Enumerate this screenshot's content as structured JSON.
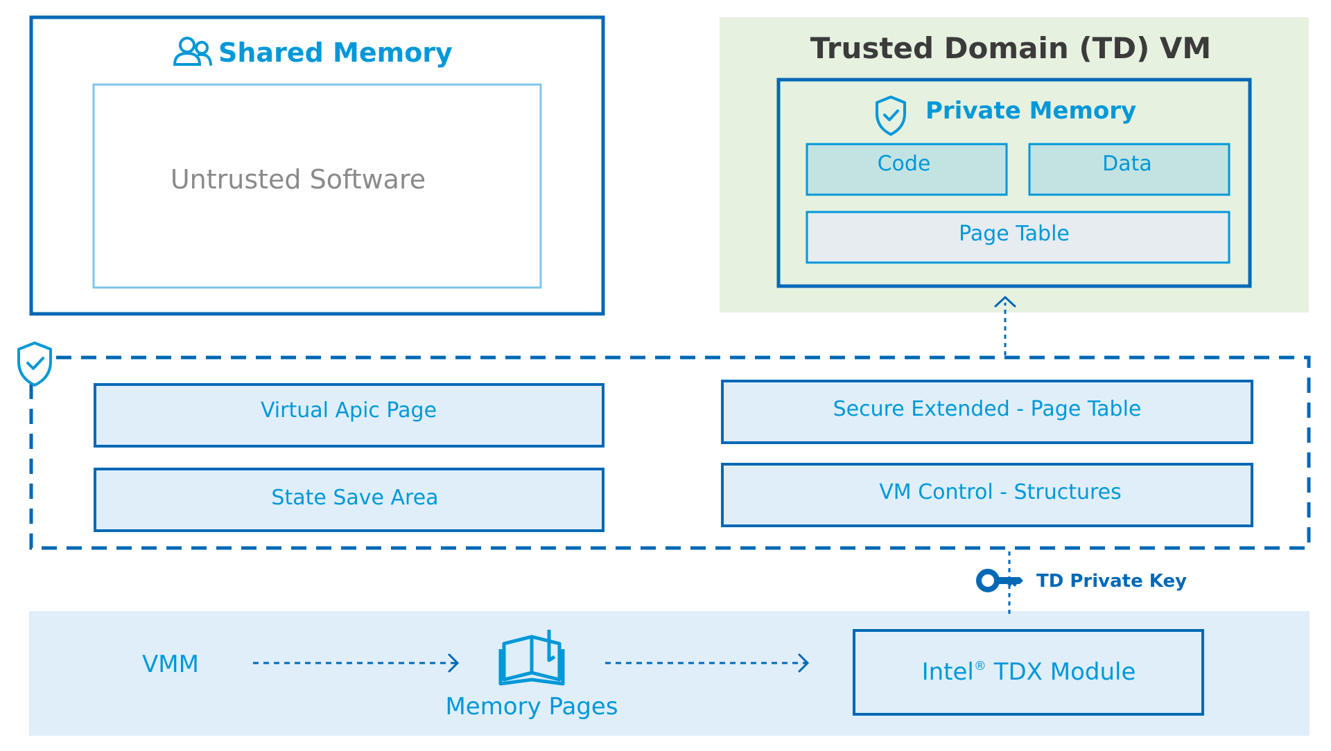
{
  "colors": {
    "blue_dark": "#0068b5",
    "blue_text": "#0098d8",
    "blue_light_border": "#7fc5ec",
    "green_panel": "#e6f1e0",
    "teal_box": "#c3e3e3",
    "grey_box": "#e6ecf0",
    "pale_blue": "#dfeef9",
    "grey_text": "#8a8a8a",
    "title_text": "#3b3b3b"
  },
  "shared_memory": {
    "title": "Shared Memory",
    "icon": "users-icon",
    "inner_label": "Untrusted Software"
  },
  "td_vm": {
    "title": "Trusted Domain (TD) VM",
    "private_memory": {
      "title": "Private Memory",
      "icon": "shield-check-icon",
      "boxes": [
        "Code",
        "Data"
      ],
      "page_table": "Page Table"
    }
  },
  "protected_region": {
    "icon": "shield-check-icon",
    "left_boxes": [
      "Virtual Apic Page",
      "State Save Area"
    ],
    "right_boxes": [
      "Secure Extended - Page Table",
      "VM Control - Structures"
    ]
  },
  "key": {
    "icon": "key-icon",
    "label": "TD Private Key"
  },
  "bottom": {
    "vmm_label": "VMM",
    "pages_icon": "book-icon",
    "pages_label": "Memory Pages",
    "tdx_prefix": "Intel",
    "tdx_sup": "®",
    "tdx_suffix": " TDX Module"
  }
}
